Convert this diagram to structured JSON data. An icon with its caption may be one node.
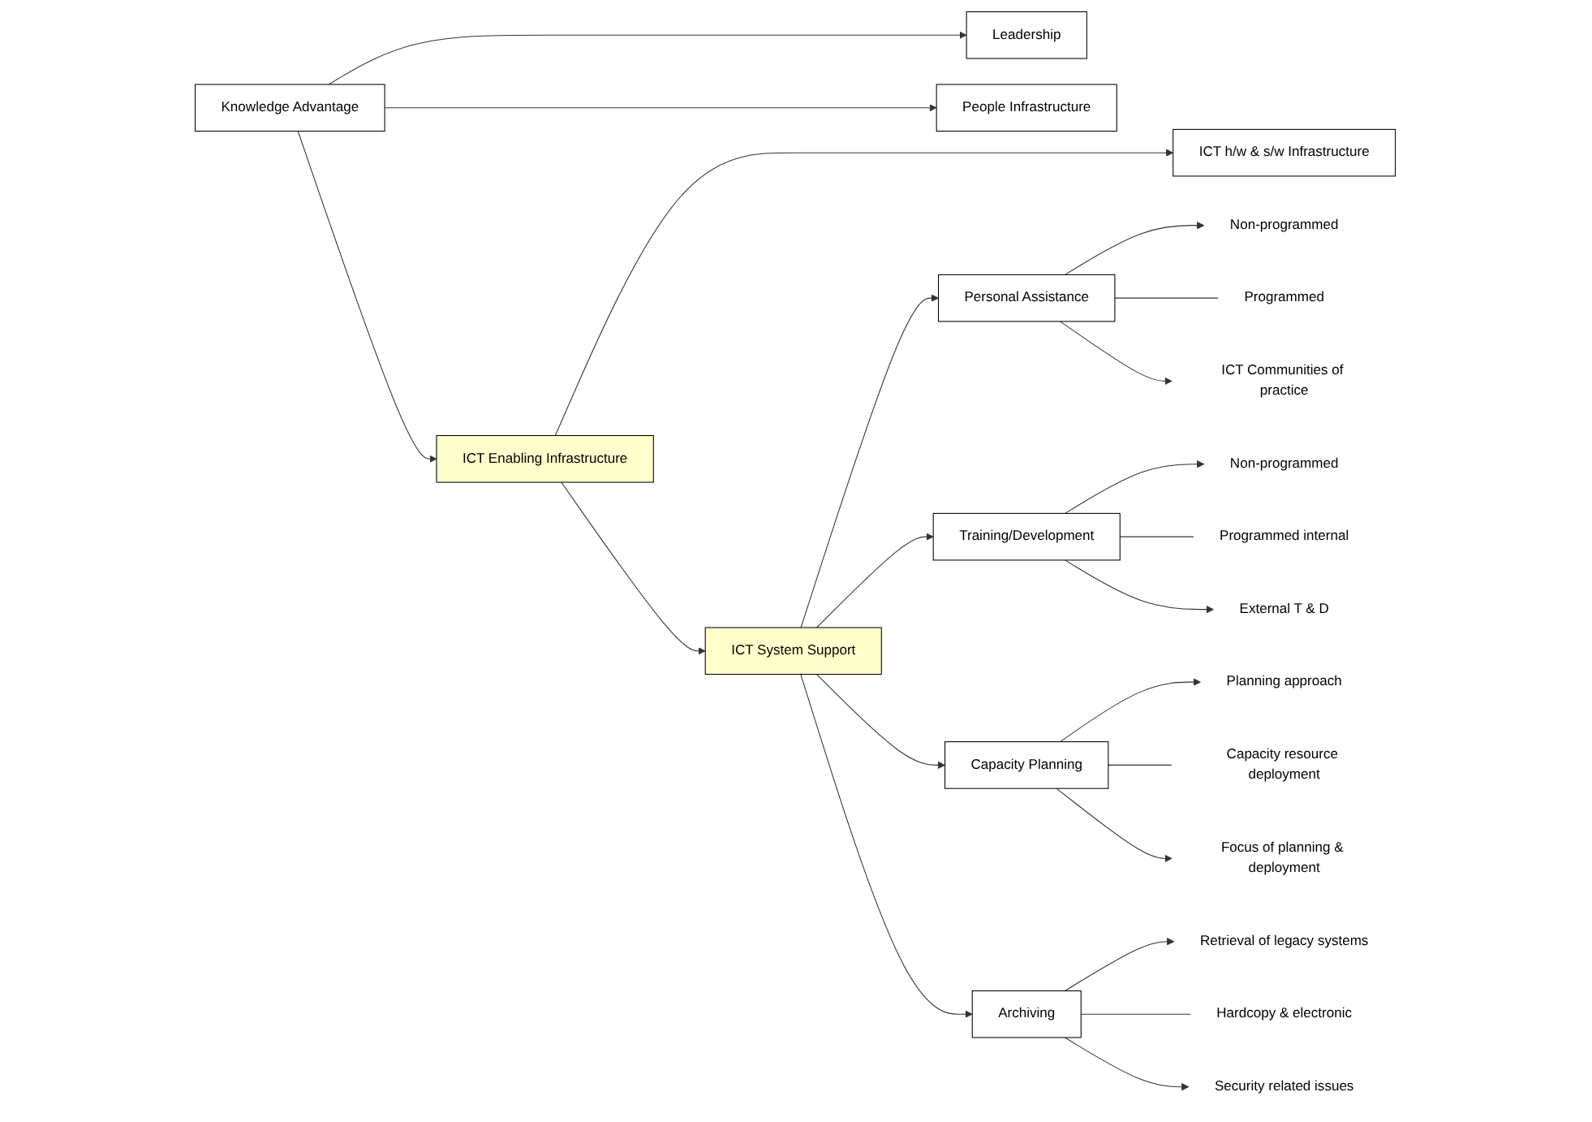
{
  "diagram": {
    "nodes": [
      {
        "text": [
          "Knowledge Advantage"
        ]
      },
      {
        "text": [
          "ICT Enabling Infrastructure"
        ]
      },
      {
        "text": [
          "Leadership"
        ]
      },
      {
        "text": [
          "People Infrastructure"
        ]
      },
      {
        "text": [
          "ICT h/w & s/w Infrastructure"
        ]
      },
      {
        "text": [
          "ICT System Support"
        ]
      },
      {
        "text": [
          "Personal Assistance"
        ]
      },
      {
        "text": [
          "Non-programmed"
        ]
      },
      {
        "text": [
          "Programmed"
        ]
      },
      {
        "text": [
          "ICT Communities of practice"
        ]
      },
      {
        "text": [
          "Training/Development"
        ]
      },
      {
        "text": [
          "Non-programmed"
        ]
      },
      {
        "text": [
          "Programmed internal"
        ]
      },
      {
        "text": [
          "External T & D"
        ]
      },
      {
        "text": [
          "Capacity Planning"
        ]
      },
      {
        "text": [
          "Planning approach"
        ]
      },
      {
        "text": [
          "Capacity resource deployment"
        ]
      },
      {
        "text": [
          "Focus of planning & deployment"
        ]
      },
      {
        "text": [
          "Archiving"
        ]
      },
      {
        "text": [
          "Retrieval of legacy systems"
        ]
      },
      {
        "text": [
          "Hardcopy & electronic"
        ]
      },
      {
        "text": [
          "Security related issues"
        ]
      }
    ],
    "edges": [
      {
        "from": 0,
        "to": 1,
        "arrow": "to"
      },
      {
        "from": 0,
        "to": 2,
        "arrow": "to"
      },
      {
        "from": 0,
        "to": 3,
        "arrow": "to"
      },
      {
        "from": 1,
        "to": 4,
        "arrow": "to"
      },
      {
        "from": 1,
        "to": 5,
        "arrow": "to"
      },
      {
        "from": 5,
        "to": 6,
        "arrow": "to"
      },
      {
        "from": 5,
        "to": 10,
        "arrow": "to"
      },
      {
        "from": 5,
        "to": 14,
        "arrow": "to"
      },
      {
        "from": 5,
        "to": 18,
        "arrow": "to"
      },
      {
        "from": 6,
        "to": 7,
        "arrow": "to"
      },
      {
        "from": 6,
        "to": 8,
        "arrow": "none"
      },
      {
        "from": 6,
        "to": 9,
        "arrow": "to"
      },
      {
        "from": 10,
        "to": 11,
        "arrow": "to"
      },
      {
        "from": 10,
        "to": 12,
        "arrow": "none"
      },
      {
        "from": 10,
        "to": 13,
        "arrow": "to"
      },
      {
        "from": 14,
        "to": 15,
        "arrow": "to"
      },
      {
        "from": 14,
        "to": 16,
        "arrow": "none"
      },
      {
        "from": 14,
        "to": 17,
        "arrow": "to"
      },
      {
        "from": 18,
        "to": 19,
        "arrow": "to"
      },
      {
        "from": 18,
        "to": 20,
        "arrow": "none"
      },
      {
        "from": 18,
        "to": 21,
        "arrow": "to"
      }
    ]
  }
}
